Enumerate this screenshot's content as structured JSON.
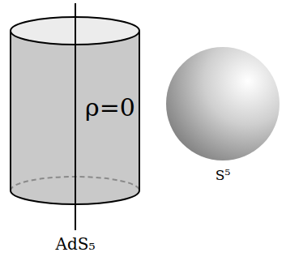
{
  "diagram": {
    "nodes": [
      {
        "text": [
          "ρ=0",
          "AdS₅"
        ]
      },
      {
        "text": [
          "S⁵"
        ]
      }
    ]
  }
}
